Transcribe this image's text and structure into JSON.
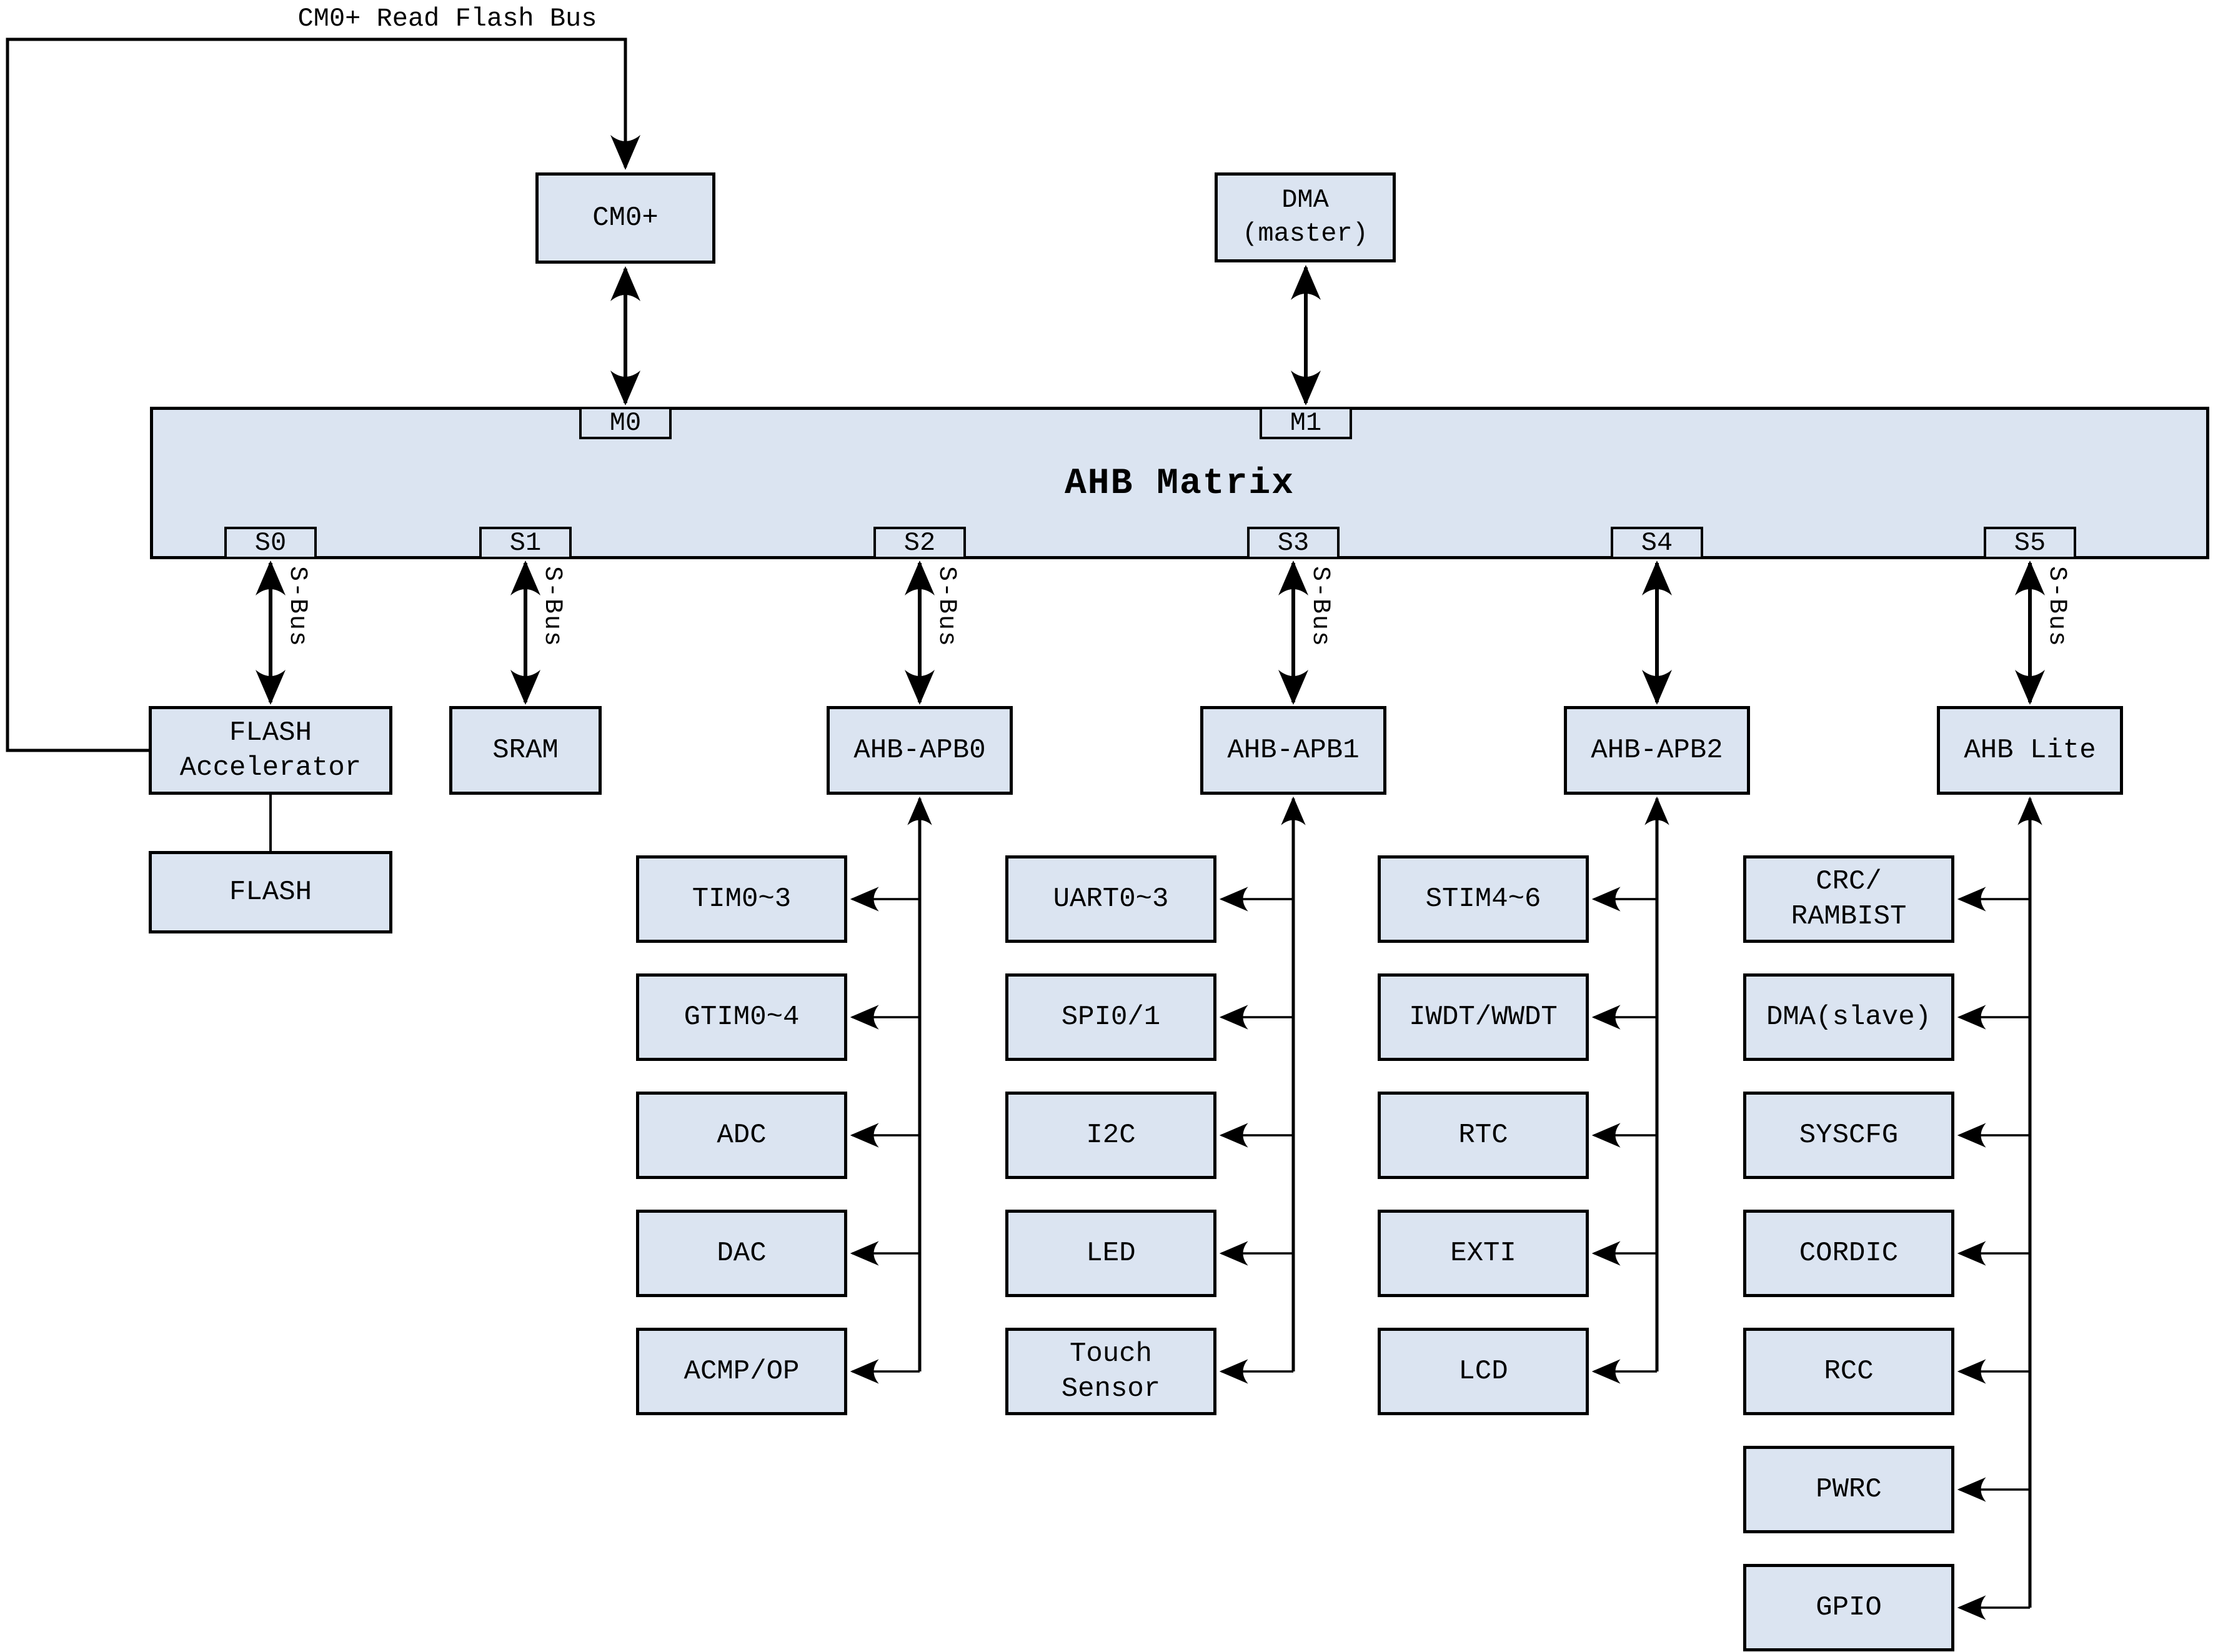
{
  "note": {
    "cm0_read_flash_bus": "CM0+ Read Flash Bus"
  },
  "masters": {
    "cm0": {
      "label": "CM0+"
    },
    "dma": {
      "line1": "DMA",
      "line2": "(master)"
    }
  },
  "matrix": {
    "title": "AHB Matrix",
    "master_ports": [
      {
        "label": "M0"
      },
      {
        "label": "M1"
      }
    ],
    "slave_ports": [
      {
        "label": "S0"
      },
      {
        "label": "S1"
      },
      {
        "label": "S2"
      },
      {
        "label": "S3"
      },
      {
        "label": "S4"
      },
      {
        "label": "S5"
      }
    ]
  },
  "bus_labels": {
    "s_bus": "S-Bus",
    "shown_on": [
      "S0",
      "S1",
      "S2",
      "S3",
      "S5"
    ]
  },
  "memory": {
    "flash_accelerator": {
      "label": "FLASH\nAccelerator"
    },
    "flash": {
      "label": "FLASH"
    },
    "sram": {
      "label": "SRAM"
    }
  },
  "columns": [
    {
      "bridge": "AHB-APB0",
      "peripherals": [
        "TIM0~3",
        "GTIM0~4",
        "ADC",
        "DAC",
        "ACMP/OP"
      ]
    },
    {
      "bridge": "AHB-APB1",
      "peripherals": [
        "UART0~3",
        "SPI0/1",
        "I2C",
        "LED",
        "Touch\nSensor"
      ]
    },
    {
      "bridge": "AHB-APB2",
      "peripherals": [
        "STIM4~6",
        "IWDT/WWDT",
        "RTC",
        "EXTI",
        "LCD"
      ]
    },
    {
      "bridge": "AHB Lite",
      "peripherals": [
        "CRC/\nRAMBIST",
        "DMA(slave)",
        "SYSCFG",
        "CORDIC",
        "RCC",
        "PWRC",
        "GPIO"
      ]
    }
  ],
  "colors": {
    "box_fill": "#dbe4f1",
    "line": "#000000",
    "background": "#ffffff"
  }
}
